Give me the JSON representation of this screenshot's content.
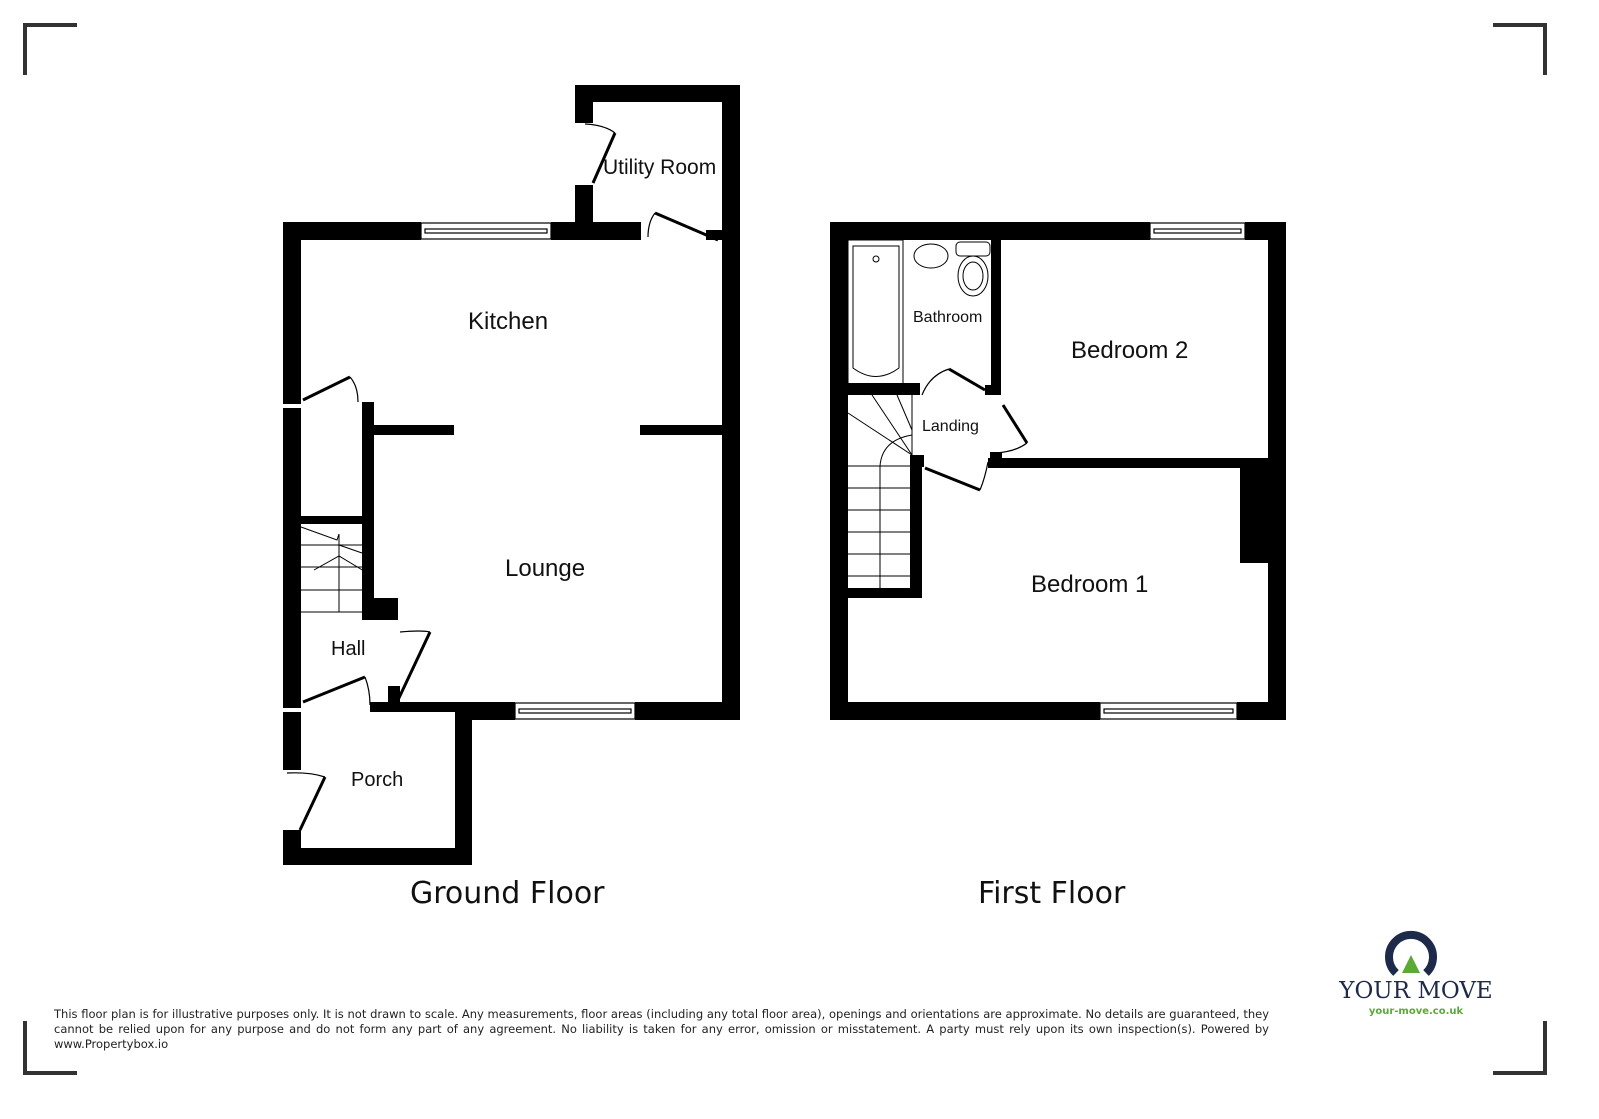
{
  "floors": [
    {
      "title": "Ground Floor",
      "rooms": [
        {
          "name": "Utility Room"
        },
        {
          "name": "Kitchen"
        },
        {
          "name": "Lounge"
        },
        {
          "name": "Hall"
        },
        {
          "name": "Porch"
        }
      ]
    },
    {
      "title": "First Floor",
      "rooms": [
        {
          "name": "Bathroom"
        },
        {
          "name": "Bedroom 2"
        },
        {
          "name": "Landing"
        },
        {
          "name": "Bedroom 1"
        }
      ]
    }
  ],
  "disclaimer": "This floor plan is for illustrative purposes only. It is not drawn to scale. Any measurements, floor areas (including any total floor area), openings and orientations are approximate. No details are guaranteed, they cannot be relied upon for any purpose and do not form any part of any agreement. No liability is taken for any error, omission or misstatement. A party must rely upon its own inspection(s). Powered by www.Propertybox.io",
  "logo": {
    "name": "YOUR MOVE",
    "url": "your-move.co.uk",
    "colors": {
      "navy": "#1e2a4a",
      "green": "#5aaa35"
    }
  },
  "colors": {
    "wall": "#000000",
    "background": "#ffffff",
    "corner_marks": "#333333"
  }
}
